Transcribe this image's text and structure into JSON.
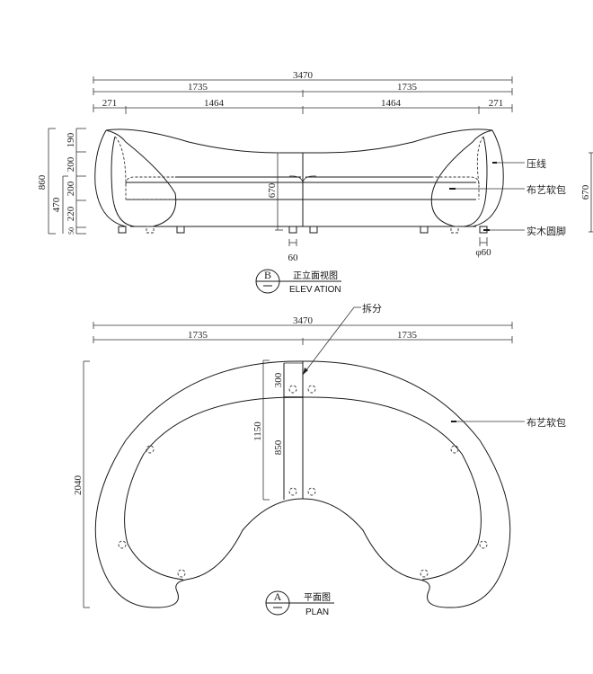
{
  "elevation": {
    "view_letter": "B",
    "title_cn": "正立面视图",
    "title_en": "ELEV ATION",
    "dims_top": {
      "overall": "3470",
      "halves": [
        "1735",
        "1735"
      ],
      "segments": [
        "271",
        "1464",
        "1464",
        "271"
      ]
    },
    "dims_left": {
      "overall": "860",
      "seat_height": "470",
      "stack": [
        "190",
        "200",
        "200",
        "220",
        "50"
      ]
    },
    "dims_center_height": "670",
    "dims_right_height": "670",
    "leg_width": "60",
    "leg_diameter": "φ60",
    "callouts": {
      "press_line": "压线",
      "fabric_upholstery": "布艺软包",
      "solid_wood_leg": "实木圆脚"
    }
  },
  "plan": {
    "view_letter": "A",
    "title_cn": "平面图",
    "title_en": "PLAN",
    "dims_top": {
      "overall": "3470",
      "halves": [
        "1735",
        "1735"
      ]
    },
    "dims_left_overall": "2040",
    "dims_center": {
      "total": "1150",
      "back_depth": "300",
      "seat_depth": "850"
    },
    "callouts": {
      "split": "拆分",
      "fabric_upholstery": "布艺软包"
    }
  }
}
